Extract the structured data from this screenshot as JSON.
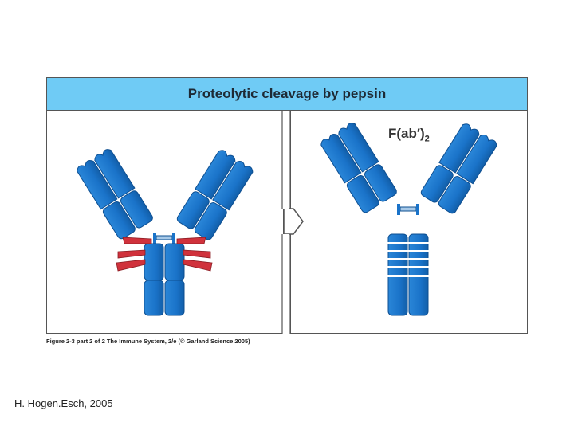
{
  "figure": {
    "title": "Proteolytic cleavage by pepsin",
    "product_label": "F(ab′)",
    "product_subscript": "2",
    "caption": "Figure 2-3 part 2 of 2 The Immune System, 2/e (© Garland Science 2005)",
    "colors": {
      "header": "#6fcbf5",
      "domain": "#1a73c9",
      "domain_dark": "#0e4f91",
      "cleavage": "#d0323c",
      "disulfide": "#a7c9e8"
    },
    "icons": [
      "arrow-right-icon"
    ]
  },
  "footer": {
    "credit": "H. Hogen.Esch, 2005"
  }
}
